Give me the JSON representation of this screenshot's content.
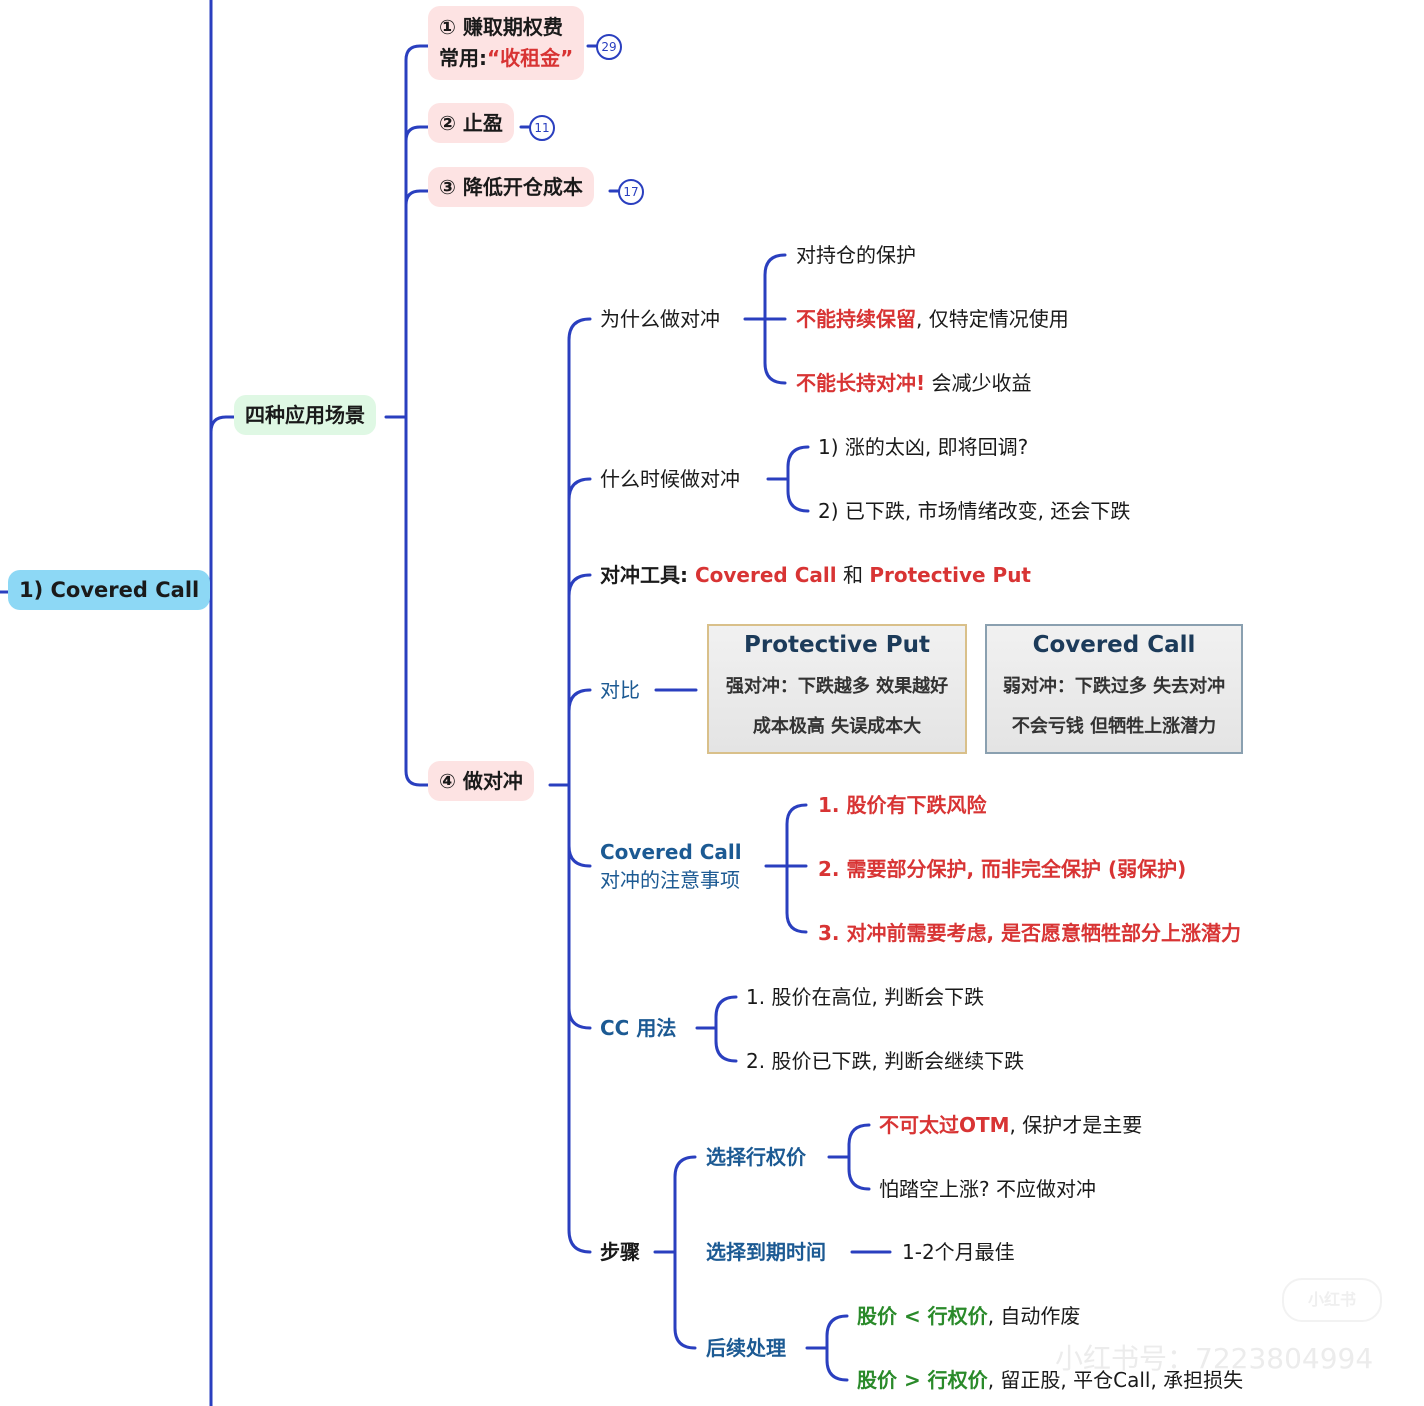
{
  "root": {
    "label": "1) Covered Call"
  },
  "scenarios": {
    "label": "四种应用场景",
    "items": [
      {
        "line1": "① 赚取期权费",
        "line2_prefix": "常用:",
        "line2_highlight": "“收租金”",
        "badge": "29"
      },
      {
        "label": "② 止盈",
        "badge": "11"
      },
      {
        "label": "③ 降低开仓成本",
        "badge": "17"
      },
      {
        "label": "④  做对冲"
      }
    ]
  },
  "hedge": {
    "why": {
      "label": "为什么做对冲",
      "children": [
        {
          "plain": "对持仓的保护"
        },
        {
          "red": "不能持续保留",
          "plain": ", 仅特定情况使用"
        },
        {
          "red": "不能长持对冲!",
          "plain": " 会减少收益"
        }
      ]
    },
    "when": {
      "label": "什么时候做对冲",
      "children": [
        "1) 涨的太凶, 即将回调?",
        "2) 已下跌, 市场情绪改变, 还会下跌"
      ]
    },
    "tools": {
      "prefix": "对冲工具: ",
      "tool1": "Covered Call",
      "joiner": " 和 ",
      "tool2": "Protective Put"
    },
    "compare": {
      "label": "对比",
      "cards": [
        {
          "title": "Protective Put",
          "line1": "强对冲：下跌越多  效果越好",
          "line2": "成本极高  失误成本大"
        },
        {
          "title": "Covered Call",
          "line1": "弱对冲：下跌过多  失去对冲",
          "line2": "不会亏钱  但牺牲上涨潜力"
        }
      ]
    },
    "notes": {
      "label_line1": "Covered Call",
      "label_line2": "对冲的注意事项",
      "children": [
        "1. 股价有下跌风险",
        "2. 需要部分保护, 而非完全保护 (弱保护)",
        "3. 对冲前需要考虑, 是否愿意牺牲部分上涨潜力"
      ]
    },
    "usage": {
      "label": "CC 用法",
      "children": [
        "1. 股价在高位, 判断会下跌",
        "2. 股价已下跌, 判断会继续下跌"
      ]
    },
    "steps": {
      "label": "步骤",
      "strike": {
        "label": "选择行权价",
        "children": [
          {
            "red": "不可太过OTM",
            "plain": ", 保护才是主要"
          },
          {
            "plain": "怕踏空上涨? 不应做对冲"
          }
        ]
      },
      "expiry": {
        "label": "选择到期时间",
        "child": "1-2个月最佳"
      },
      "after": {
        "label": "后续处理",
        "children": [
          {
            "green": "股价 < 行权价",
            "plain": ", 自动作废"
          },
          {
            "green": "股价 > 行权价",
            "plain": ", 留正股, 平仓Call, 承担损失"
          }
        ]
      }
    }
  },
  "watermark": {
    "logo": "小红书",
    "id": "小红书号：7223804994"
  },
  "colors": {
    "connector": "#2a3fbf",
    "highlight_red": "#d83434",
    "highlight_green": "#2a8a2a",
    "navy": "#1c5a93"
  }
}
